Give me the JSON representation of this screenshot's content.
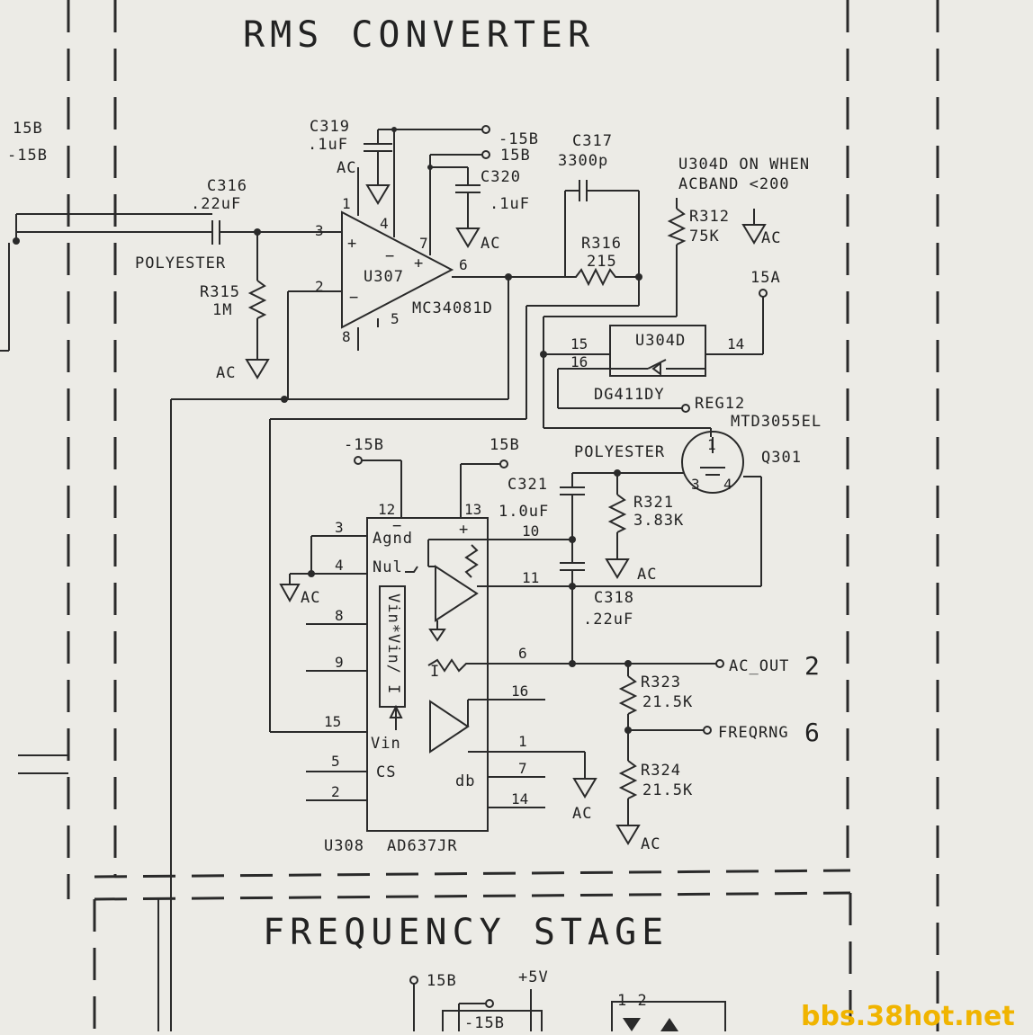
{
  "sections": {
    "rms_title": "RMS CONVERTER",
    "freq_title": "FREQUENCY STAGE"
  },
  "labels": {
    "p15b_left": "15B",
    "m15b_left": "-15B",
    "c316": "C316",
    "c316_val": ".22uF",
    "polyester1": "POLYESTER",
    "r315": "R315",
    "r315_val": "1M",
    "ac1": "AC",
    "c319": "C319",
    "c319_val": ".1uF",
    "ac2": "AC",
    "m15b_top": "-15B",
    "p15b_top": "15B",
    "c320": "C320",
    "c320_val": ".1uF",
    "ac3": "AC",
    "u307": "U307",
    "mc34081d": "MC34081D",
    "c317": "C317",
    "c317_val": "3300p",
    "r316": "R316",
    "r316_val": "215",
    "note1": "U304D ON WHEN",
    "note2": "ACBAND <200",
    "r312": "R312",
    "r312_val": "75K",
    "ac4": "AC",
    "p15a": "15A",
    "u304d": "U304D",
    "dg411dy": "DG411DY",
    "reg12": "REG12",
    "mtd3055el": "MTD3055EL",
    "q301": "Q301",
    "polyester2": "POLYESTER",
    "m15b_mid": "-15B",
    "p15b_mid": "15B",
    "c321": "C321",
    "c321_val": "1.0uF",
    "r321": "R321",
    "r321_val": "3.83K",
    "ac5": "AC",
    "agnd": "Agnd",
    "nul": "Nul",
    "ac6": "AC",
    "c318": "C318",
    "c318_val": ".22uF",
    "vin_func": "Vin*Vin/ I",
    "i_label": "I",
    "ac_out": "AC_OUT",
    "ac_out_num": "2",
    "r323": "R323",
    "r323_val": "21.5K",
    "freqrng": "FREQRNG",
    "freqrng_num": "6",
    "vin": "Vin",
    "cs": "CS",
    "db": "db",
    "ac7": "AC",
    "r324": "R324",
    "r324_val": "21.5K",
    "ac8": "AC",
    "u308": "U308",
    "ad637jr": "AD637JR",
    "p15b_bottom": "15B",
    "p5v": "+5V",
    "m15b_bottom": "-15B",
    "pins_bottom": "1  2"
  },
  "pins": {
    "u307": [
      "1",
      "4",
      "3",
      "2",
      "7",
      "6",
      "5",
      "8"
    ],
    "u304d": [
      "15",
      "16",
      "14"
    ],
    "q301": [
      "1",
      "3",
      "4"
    ],
    "u308": [
      "12",
      "13",
      "3",
      "4",
      "8",
      "9",
      "15",
      "5",
      "2",
      "10",
      "11",
      "6",
      "16",
      "1",
      "7",
      "14"
    ]
  },
  "watermark": "bbs.38hot.net"
}
